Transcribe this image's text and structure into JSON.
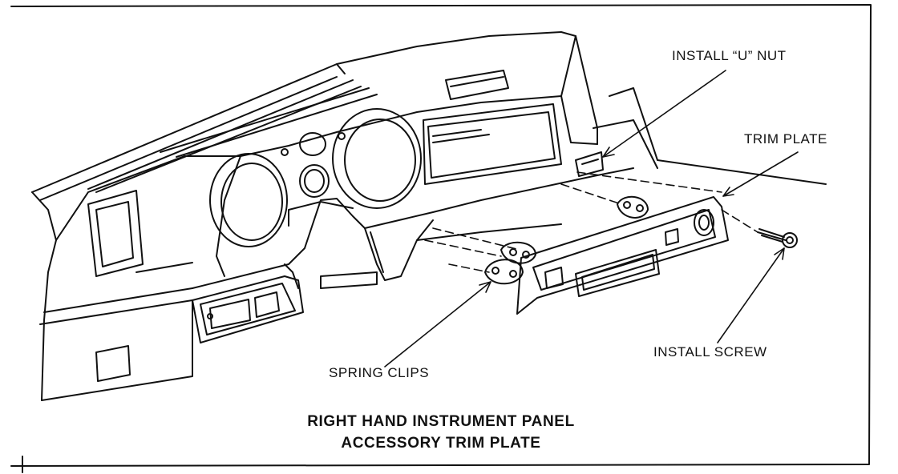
{
  "labels": {
    "u_nut": "INSTALL “U” NUT",
    "trim_plate": "TRIM PLATE",
    "spring_clips": "SPRING CLIPS",
    "install_screw": "INSTALL SCREW"
  },
  "caption": {
    "line1": "RIGHT HAND INSTRUMENT PANEL",
    "line2": "ACCESSORY TRIM PLATE"
  }
}
